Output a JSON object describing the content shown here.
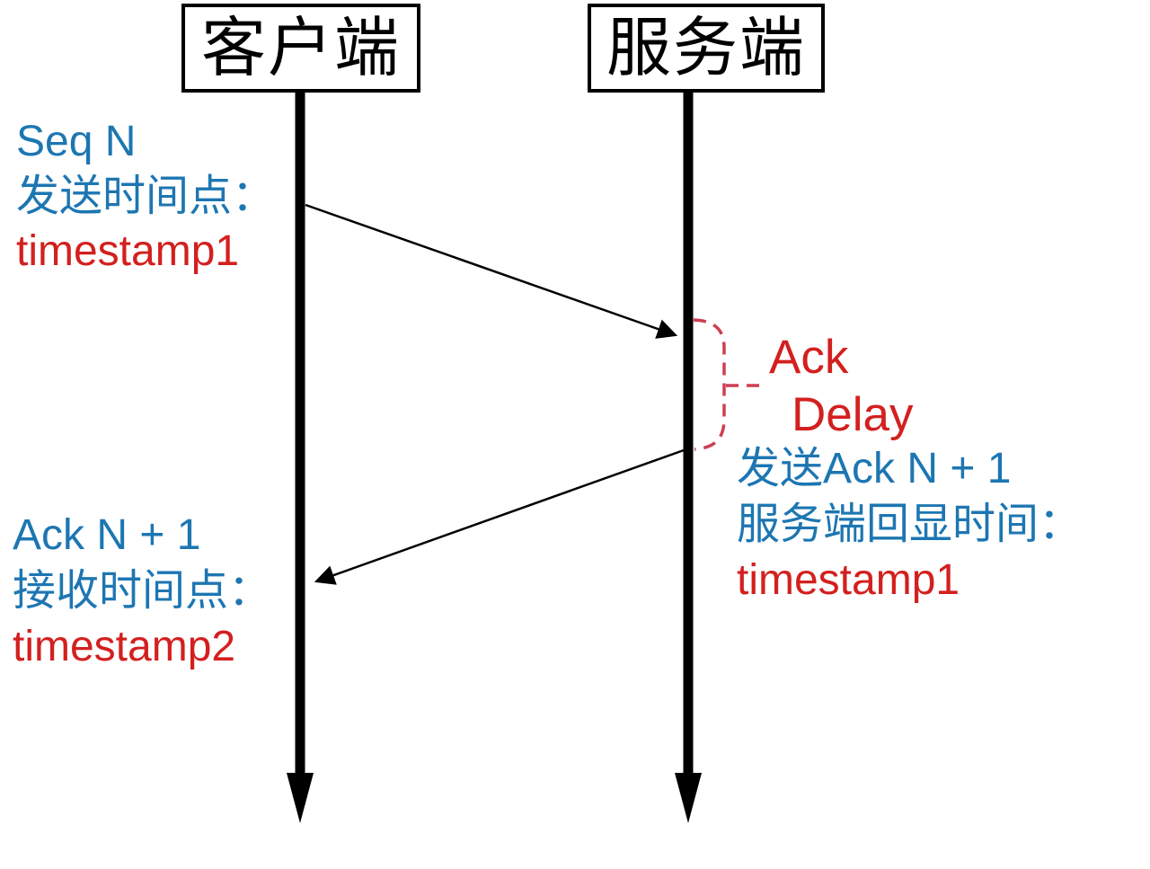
{
  "diagram": {
    "type": "sequence-diagram",
    "actors": {
      "client": "客户端",
      "server": "服务端"
    },
    "labels": {
      "seq_send": {
        "line1": "Seq N",
        "line2": "发送时间点：",
        "line3": "timestamp1"
      },
      "ack_delay": {
        "line1": "Ack",
        "line2": "Delay"
      },
      "server_send": {
        "line1": "发送Ack N + 1",
        "line2": "服务端回显时间：",
        "line3": "timestamp1"
      },
      "ack_receive": {
        "line1": "Ack N + 1",
        "line2": "接收时间点：",
        "line3": "timestamp2"
      }
    },
    "colors": {
      "blue": "#1d76b2",
      "red": "#d3201f",
      "brace": "#cc3f52",
      "line": "#000000",
      "background": "#ffffff"
    }
  }
}
